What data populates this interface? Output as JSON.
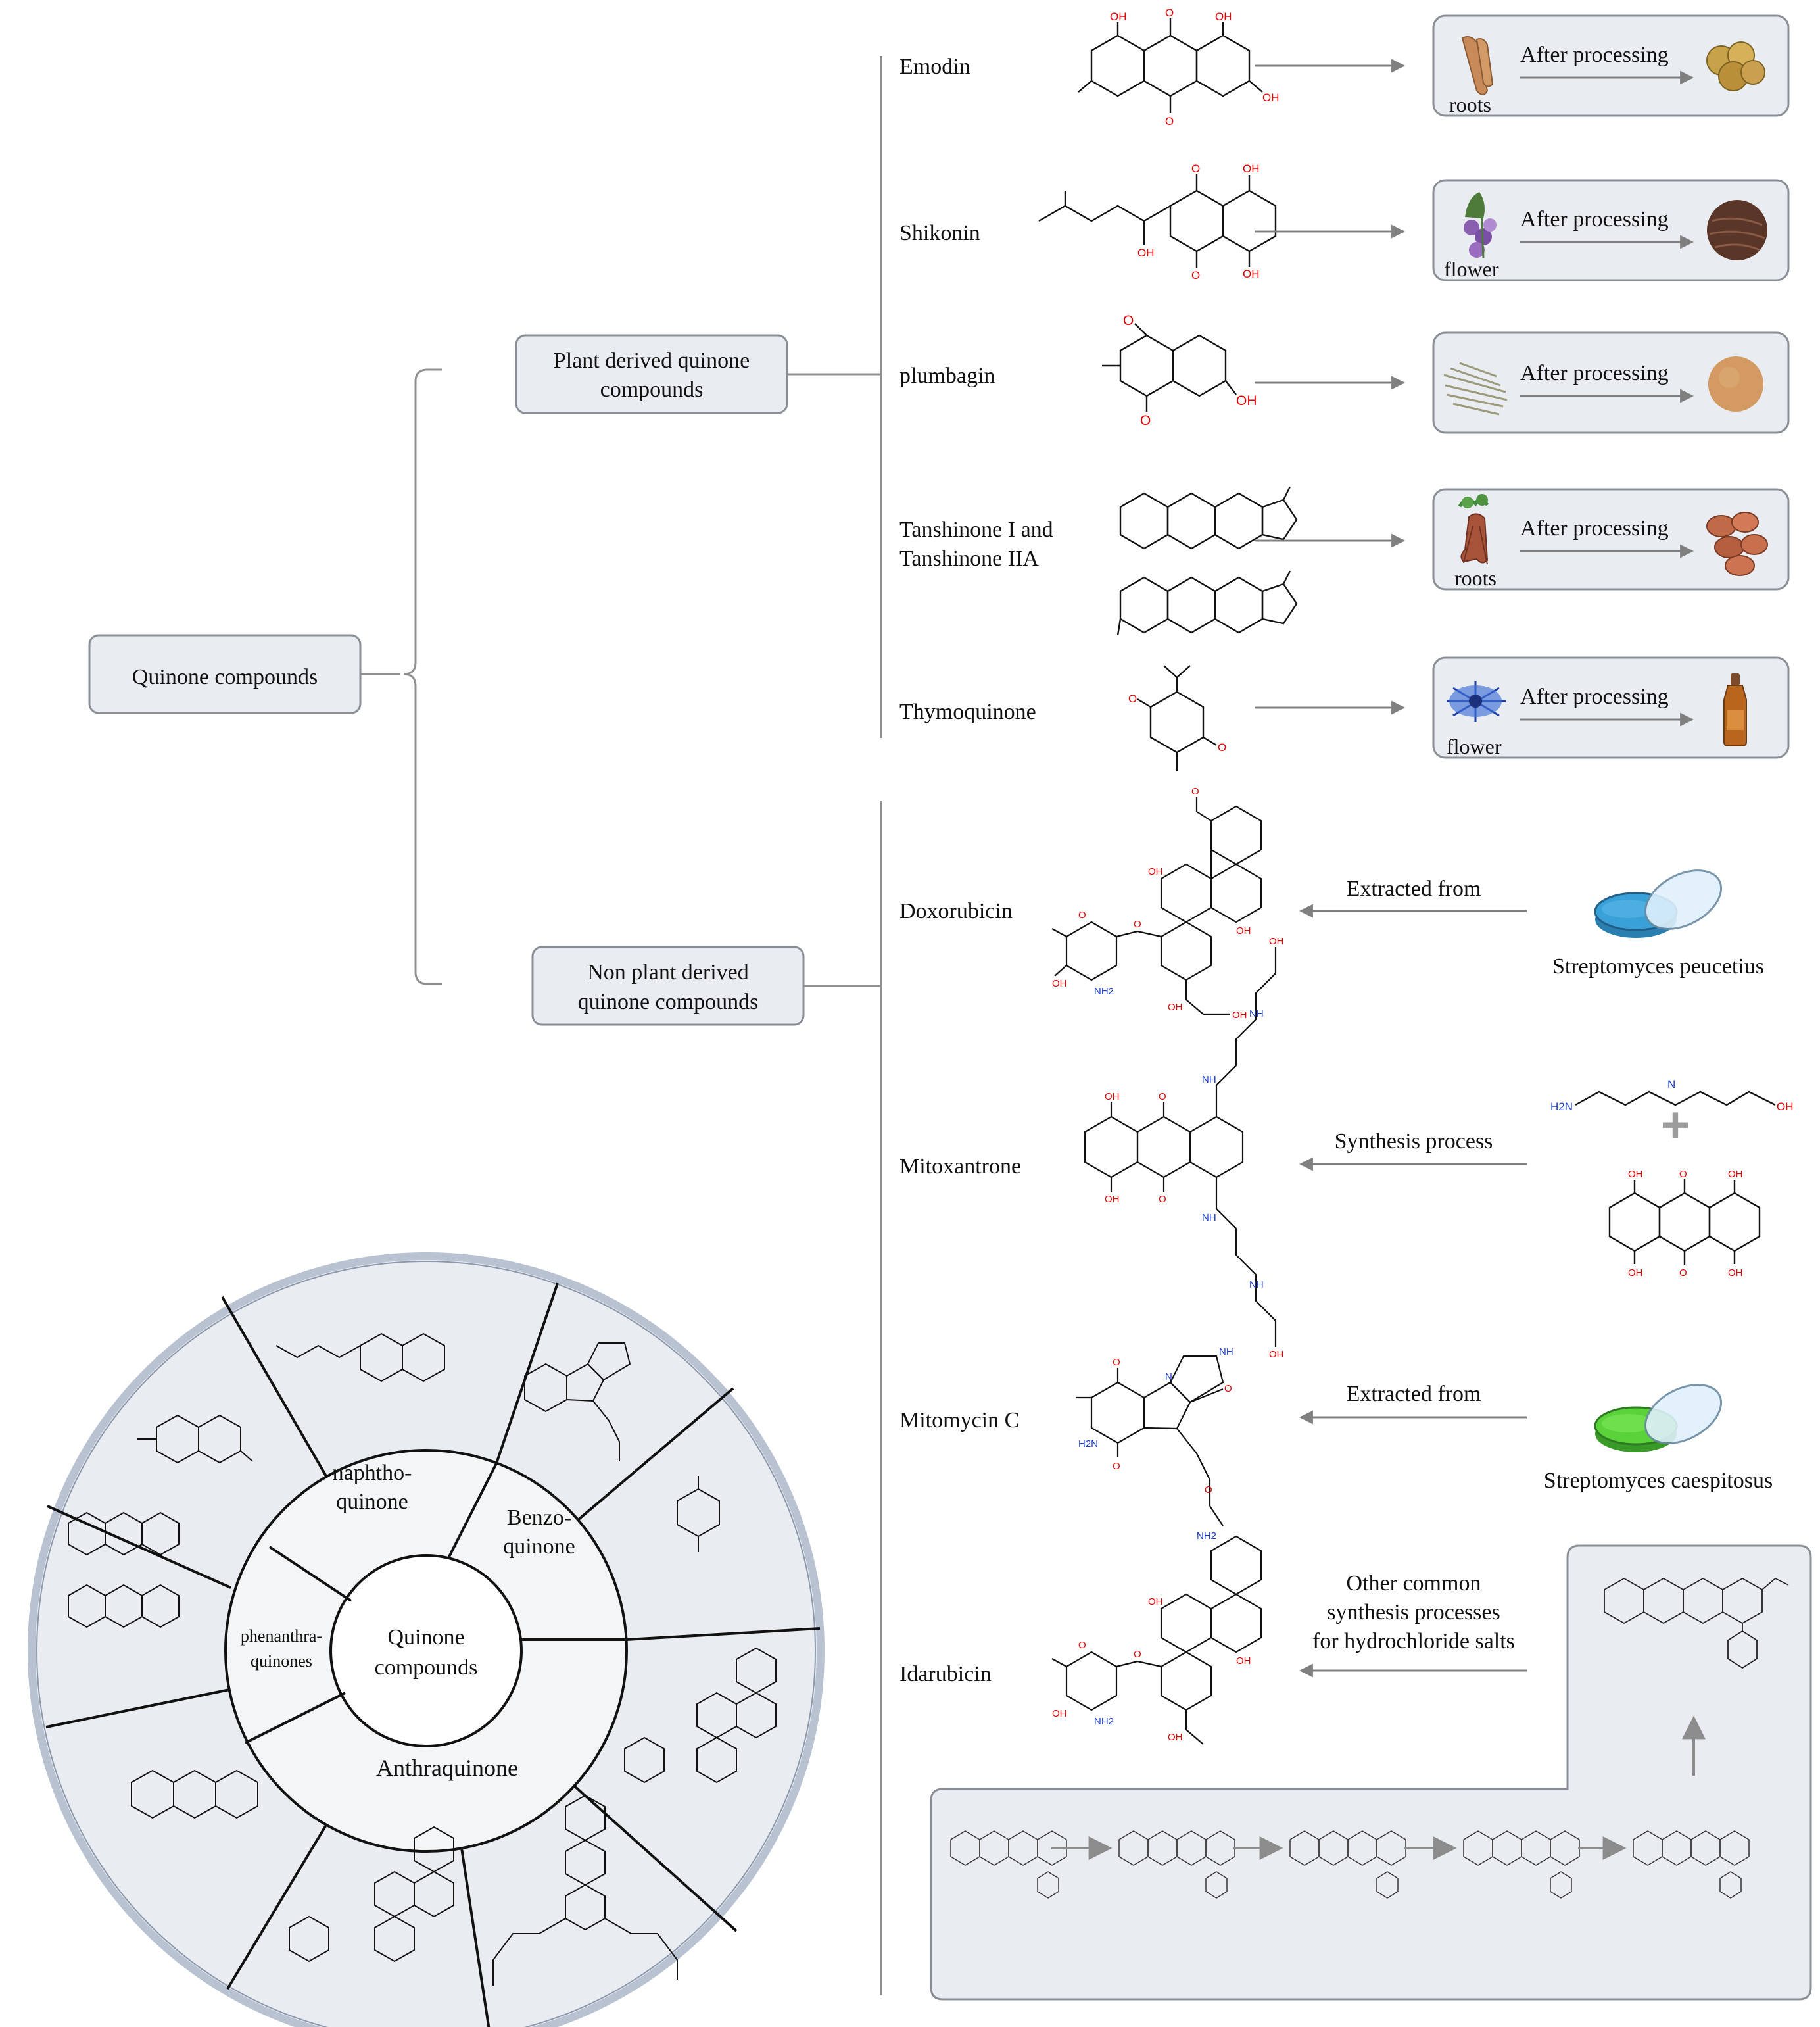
{
  "colors": {
    "box_fill": "#e9edf2",
    "box_stroke": "#8a8f96",
    "line": "#8f8f8f",
    "arrow": "#808080",
    "ring_fill": "#e9edf2",
    "ring_edge": "#b8c2d0",
    "atom_o": "#e00000",
    "atom_n": "#1a3cc8"
  },
  "root": {
    "label": "Quinone compounds"
  },
  "plant": {
    "label_line1": "Plant derived quinone",
    "label_line2": "compounds",
    "process_label": "After processing",
    "compounds": [
      {
        "name_line1": "Emodin",
        "name_line2": "",
        "source": "roots",
        "source_icon": "root-icon",
        "product_icon": "dried-slices-icon"
      },
      {
        "name_line1": "Shikonin",
        "name_line2": "",
        "source": "flower",
        "source_icon": "flower-icon",
        "product_icon": "dried-root-pile-icon"
      },
      {
        "name_line1": "plumbagin",
        "name_line2": "",
        "source": "",
        "source_icon": "dried-herb-icon",
        "product_icon": "powder-icon"
      },
      {
        "name_line1": "Tanshinone I and",
        "name_line2": "Tanshinone IIA",
        "source": "roots",
        "source_icon": "root-icon",
        "product_icon": "root-slices-icon"
      },
      {
        "name_line1": "Thymoquinone",
        "name_line2": "",
        "source": "flower",
        "source_icon": "flower-icon",
        "product_icon": "oil-bottle-icon"
      }
    ]
  },
  "nonplant": {
    "label_line1": "Non plant derived",
    "label_line2": "quinone compounds",
    "compounds": [
      {
        "name": "Doxorubicin",
        "method": "Extracted from",
        "source": "Streptomyces peucetius",
        "source_icon": "petri-dish-blue-icon"
      },
      {
        "name": "Mitoxantrone",
        "method": "Synthesis process",
        "source": "",
        "source_icon": "reagents-icon"
      },
      {
        "name": "Mitomycin C",
        "method": "Extracted from",
        "source": "Streptomyces caespitosus",
        "source_icon": "petri-dish-green-icon"
      },
      {
        "name": "Idarubicin",
        "method_line1": "Other common",
        "method_line2": "synthesis processes",
        "method_line3": "for hydrochloride salts",
        "source_icon": "synthesis-route-icon"
      }
    ]
  },
  "atoms": {
    "oh": "OH",
    "o": "O",
    "nh": "NH",
    "n": "N",
    "h2n": "H2N",
    "nh2": "NH2",
    "plus": "+"
  },
  "wheel": {
    "center_line1": "Quinone",
    "center_line2": "compounds",
    "classes": [
      {
        "line1": "naphtho-",
        "line2": "quinone"
      },
      {
        "line1": "Benzo-",
        "line2": "quinone"
      },
      {
        "line1": "phenanthra-",
        "line2": "quinones"
      },
      {
        "line1": "Anthraquinone",
        "line2": ""
      }
    ]
  }
}
